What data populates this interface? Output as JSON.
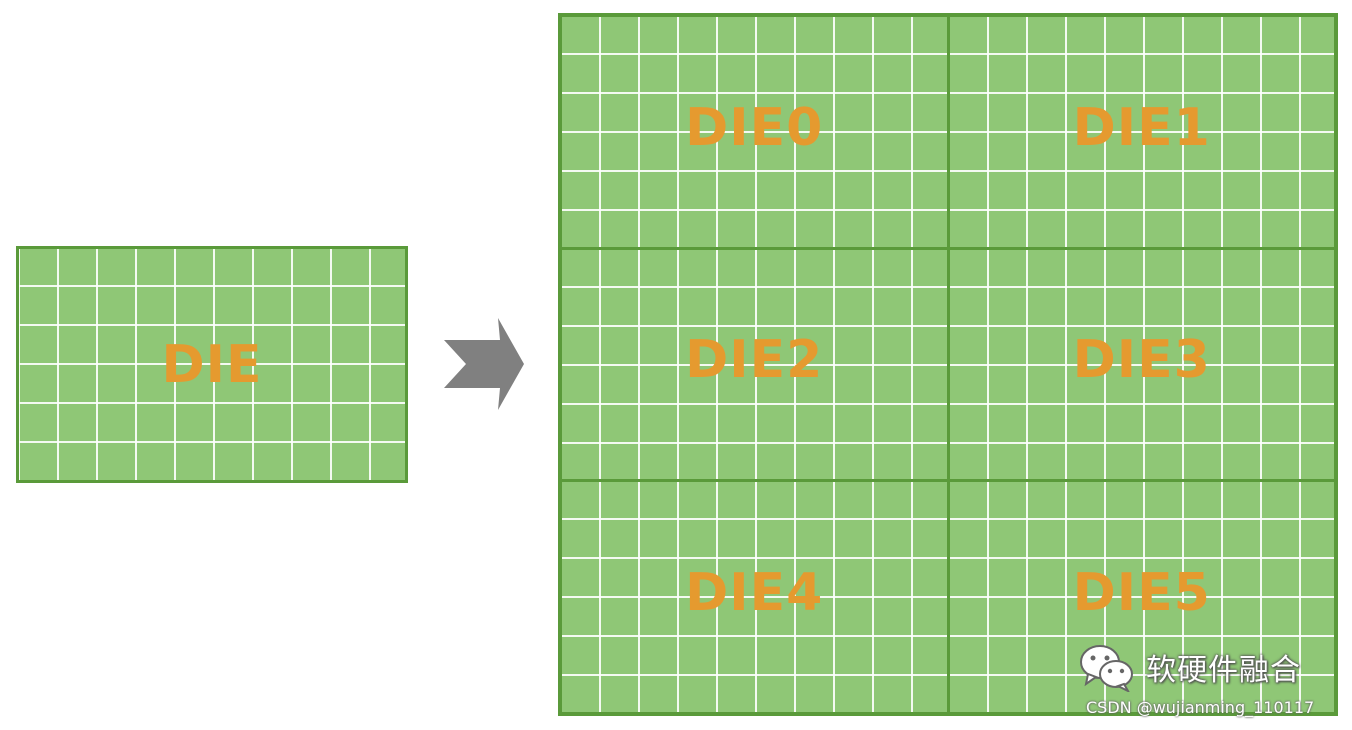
{
  "single_die": {
    "label": "DIE"
  },
  "arrow": {
    "icon": "chevron-arrow-right-icon",
    "color": "#808080"
  },
  "wafer": {
    "dies": [
      {
        "label": "DIE0"
      },
      {
        "label": "DIE1"
      },
      {
        "label": "DIE2"
      },
      {
        "label": "DIE3"
      },
      {
        "label": "DIE4"
      },
      {
        "label": "DIE5"
      }
    ]
  },
  "colors": {
    "die_fill": "#8fc776",
    "die_border": "#5a9a3a",
    "grid_line": "#ffffff",
    "label": "#e59a2f"
  },
  "watermark": {
    "icon": "wechat-icon",
    "text": "软硬件融合"
  },
  "credit": {
    "text": "CSDN @wujianming_110117"
  }
}
